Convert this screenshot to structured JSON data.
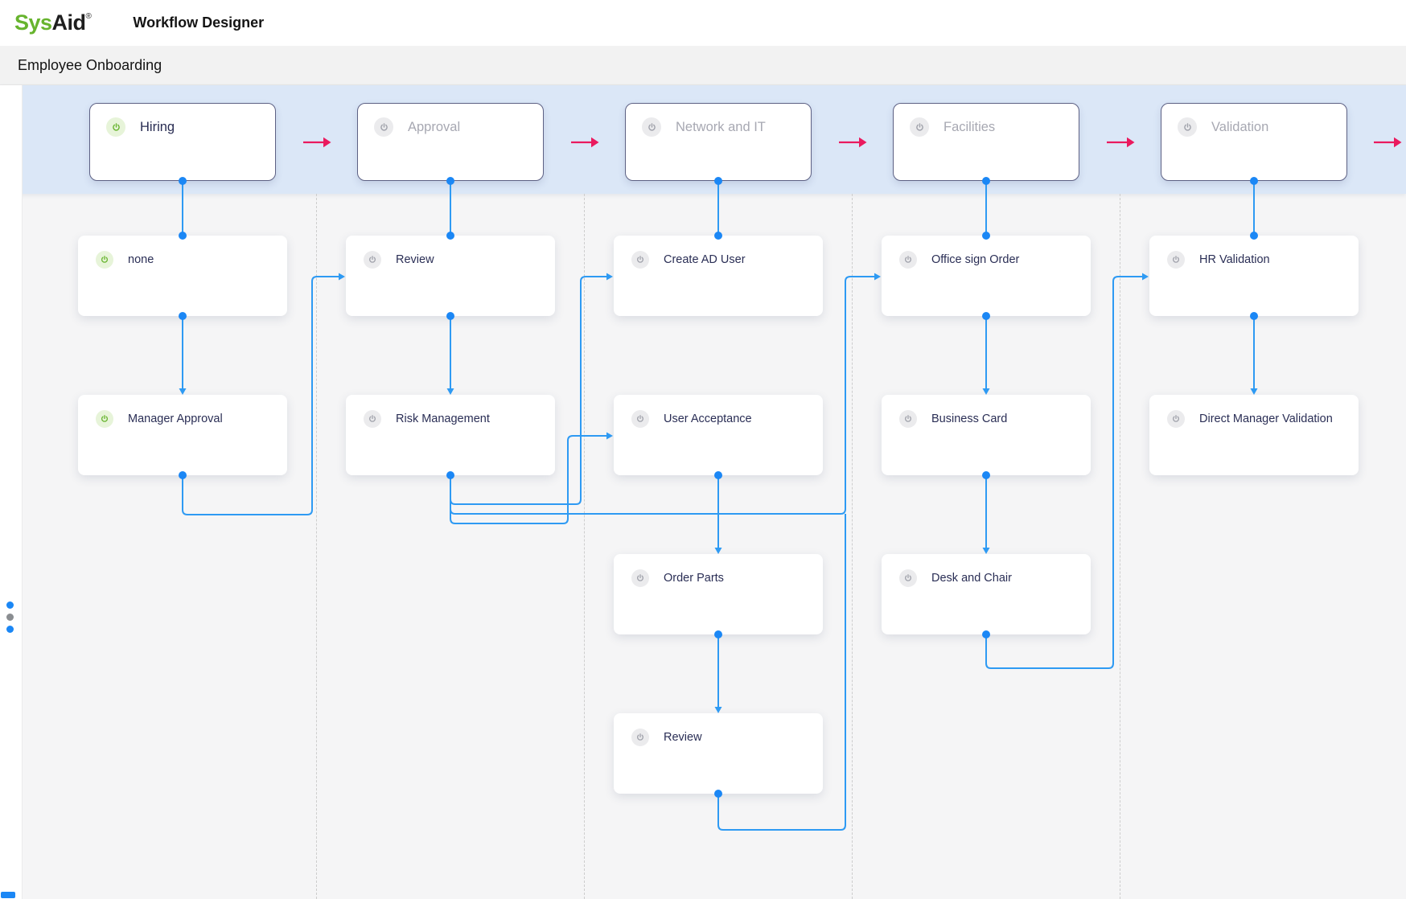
{
  "topbar": {
    "logo": {
      "part1": "Sys",
      "part2": "Aid",
      "registered": "®"
    },
    "title": "Workflow Designer"
  },
  "subheader": {
    "workflow_name": "Employee Onboarding"
  },
  "canvas": {
    "phases": [
      {
        "label": "Hiring",
        "active": true,
        "nodes": [
          {
            "label": "none",
            "active": true
          },
          {
            "label": "Manager Approval",
            "active": true
          }
        ]
      },
      {
        "label": "Approval",
        "active": false,
        "nodes": [
          {
            "label": "Review",
            "active": false
          },
          {
            "label": "Risk Management",
            "active": false
          }
        ]
      },
      {
        "label": "Network and IT",
        "active": false,
        "nodes": [
          {
            "label": "Create AD User",
            "active": false
          },
          {
            "label": "User Acceptance",
            "active": false
          },
          {
            "label": "Order Parts",
            "active": false
          },
          {
            "label": "Review",
            "active": false
          }
        ]
      },
      {
        "label": "Facilities",
        "active": false,
        "nodes": [
          {
            "label": "Office sign Order",
            "active": false
          },
          {
            "label": "Business Card",
            "active": false
          },
          {
            "label": "Desk and Chair",
            "active": false
          }
        ]
      },
      {
        "label": "Validation",
        "active": false,
        "nodes": [
          {
            "label": "HR Validation",
            "active": false
          },
          {
            "label": "Direct Manager Validation",
            "active": false
          }
        ]
      }
    ],
    "phase_sequence": [
      "Hiring",
      "Approval",
      "Network and IT",
      "Facilities",
      "Validation"
    ],
    "edges": [
      {
        "from": "Hiring",
        "to": "none"
      },
      {
        "from": "none",
        "to": "Manager Approval"
      },
      {
        "from": "Manager Approval",
        "to": "Review (Approval)"
      },
      {
        "from": "Approval",
        "to": "Review (Approval)"
      },
      {
        "from": "Review (Approval)",
        "to": "Risk Management"
      },
      {
        "from": "Risk Management",
        "to": "Create AD User"
      },
      {
        "from": "Risk Management",
        "to": "User Acceptance"
      },
      {
        "from": "Risk Management",
        "to": "Office sign Order"
      },
      {
        "from": "Network and IT",
        "to": "Create AD User"
      },
      {
        "from": "User Acceptance",
        "to": "Order Parts"
      },
      {
        "from": "Order Parts",
        "to": "Review (Network and IT)"
      },
      {
        "from": "Review (Network and IT)",
        "to": "Office sign Order"
      },
      {
        "from": "Facilities",
        "to": "Office sign Order"
      },
      {
        "from": "Office sign Order",
        "to": "Business Card"
      },
      {
        "from": "Business Card",
        "to": "Desk and Chair"
      },
      {
        "from": "Desk and Chair",
        "to": "HR Validation"
      },
      {
        "from": "Validation",
        "to": "HR Validation"
      },
      {
        "from": "HR Validation",
        "to": "Direct Manager Validation"
      }
    ],
    "pager_dots": [
      {
        "color": "blue"
      },
      {
        "color": "gray"
      },
      {
        "color": "blue"
      }
    ]
  },
  "colors": {
    "accent_blue": "#2e9af3",
    "dot_blue": "#1b87f5",
    "phase_arrow_red": "#ea1a5e",
    "active_green": "#67b42e",
    "band_blue": "#dbe7f7"
  }
}
